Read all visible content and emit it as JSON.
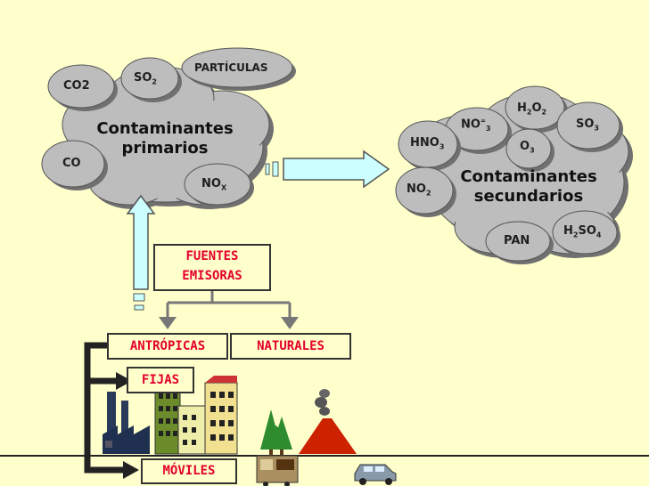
{
  "primary": {
    "title_line1": "Contaminantes",
    "title_line2": "primarios",
    "pollutants": {
      "co2": "CO2",
      "so2_main": "SO",
      "so2_sub": "2",
      "particles": "PARTÍCULAS",
      "co": "CO",
      "nox_main": "NO",
      "nox_sub": "X"
    }
  },
  "secondary": {
    "title_line1": "Contaminantes",
    "title_line2": "secundarios",
    "pollutants": {
      "h2o2_a": "H",
      "h2o2_b": "2",
      "h2o2_c": "O",
      "h2o2_d": "2",
      "no3_main": "NO",
      "no3_sup": "=",
      "no3_sub": "3",
      "so3_main": "SO",
      "so3_sub": "3",
      "hno3_main": "HNO",
      "hno3_sub": "3",
      "o3_main": "O",
      "o3_sub": "3",
      "no2_main": "NO",
      "no2_sub": "2",
      "pan": "PAN",
      "h2so4_a": "H",
      "h2so4_b": "2",
      "h2so4_c": "SO",
      "h2so4_d": "4"
    }
  },
  "sources": {
    "line1": "FUENTES",
    "line2": "EMISORAS",
    "anthropic": "ANTRÓPICAS",
    "natural": "NATURALES",
    "fixed": "FIJAS",
    "mobile": "MÓVILES"
  },
  "colors": {
    "background": "#FFFFCC",
    "cloud": "#BDBDBD",
    "cloud_shadow": "#707070",
    "box_text": "#E4002B",
    "arrow_fill": "#CCFFFF",
    "volcano": "#CC2200"
  }
}
